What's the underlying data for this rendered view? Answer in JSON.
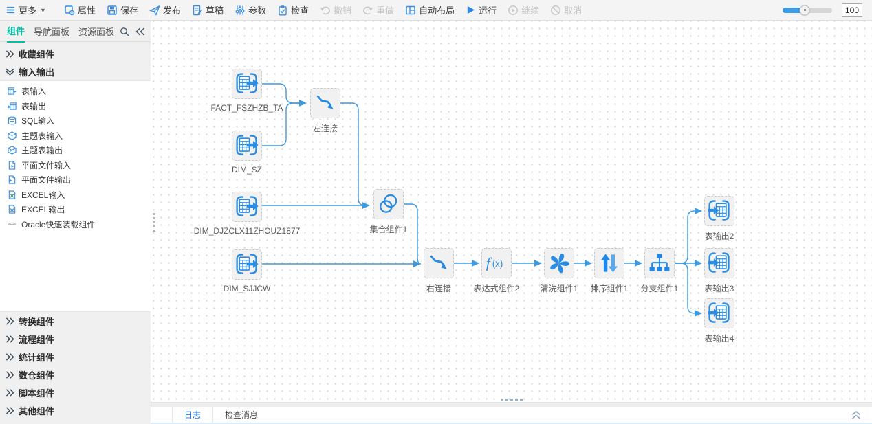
{
  "toolbar": {
    "items": [
      {
        "label": "更多",
        "icon": "menu-icon",
        "disabled": false
      },
      {
        "label": "属性",
        "icon": "properties-icon",
        "disabled": false
      },
      {
        "label": "保存",
        "icon": "save-icon",
        "disabled": false
      },
      {
        "label": "发布",
        "icon": "publish-icon",
        "disabled": false
      },
      {
        "label": "草稿",
        "icon": "draft-icon",
        "disabled": false
      },
      {
        "label": "参数",
        "icon": "params-icon",
        "disabled": false
      },
      {
        "label": "检查",
        "icon": "check-icon",
        "disabled": false
      },
      {
        "label": "撤销",
        "icon": "undo-icon",
        "disabled": true
      },
      {
        "label": "重做",
        "icon": "redo-icon",
        "disabled": true
      },
      {
        "label": "自动布局",
        "icon": "auto-layout-icon",
        "disabled": false
      },
      {
        "label": "运行",
        "icon": "run-icon",
        "disabled": false
      },
      {
        "label": "继续",
        "icon": "resume-icon",
        "disabled": true
      },
      {
        "label": "取消",
        "icon": "cancel-icon",
        "disabled": true
      }
    ],
    "zoom_value": "100"
  },
  "sidebar": {
    "tabs": [
      {
        "label": "组件",
        "active": true
      },
      {
        "label": "导航面板",
        "active": false
      },
      {
        "label": "资源面板",
        "active": false
      }
    ],
    "groups": [
      {
        "label": "收藏组件",
        "expanded": false
      },
      {
        "label": "输入输出",
        "expanded": true
      },
      {
        "label": "转换组件",
        "expanded": false
      },
      {
        "label": "流程组件",
        "expanded": false
      },
      {
        "label": "统计组件",
        "expanded": false
      },
      {
        "label": "数仓组件",
        "expanded": false
      },
      {
        "label": "脚本组件",
        "expanded": false
      },
      {
        "label": "其他组件",
        "expanded": false
      }
    ],
    "io_items": [
      {
        "label": "表输入",
        "icon": "table-input-icon"
      },
      {
        "label": "表输出",
        "icon": "table-output-icon"
      },
      {
        "label": "SQL输入",
        "icon": "sql-input-icon"
      },
      {
        "label": "主题表输入",
        "icon": "subject-table-input-icon"
      },
      {
        "label": "主题表输出",
        "icon": "subject-table-output-icon"
      },
      {
        "label": "平面文件输入",
        "icon": "flat-file-input-icon"
      },
      {
        "label": "平面文件输出",
        "icon": "flat-file-output-icon"
      },
      {
        "label": "EXCEL输入",
        "icon": "excel-input-icon"
      },
      {
        "label": "EXCEL输出",
        "icon": "excel-output-icon"
      },
      {
        "label": "Oracle快速装载组件",
        "icon": "oracle-loader-icon"
      }
    ]
  },
  "canvas": {
    "nodes": [
      {
        "label": "FACT_FSZHZB_TA",
        "type": "table-input"
      },
      {
        "label": "DIM_SZ",
        "type": "table-input"
      },
      {
        "label": "左连接",
        "type": "join"
      },
      {
        "label": "DIM_DJZCLX11ZHOUZ1877",
        "type": "table-input"
      },
      {
        "label": "集合组件1",
        "type": "set"
      },
      {
        "label": "DIM_SJJCW",
        "type": "table-input"
      },
      {
        "label": "右连接",
        "type": "join"
      },
      {
        "label": "表达式组件2",
        "type": "expression"
      },
      {
        "label": "清洗组件1",
        "type": "clean"
      },
      {
        "label": "排序组件1",
        "type": "sort"
      },
      {
        "label": "分支组件1",
        "type": "branch"
      },
      {
        "label": "表输出2",
        "type": "table-output"
      },
      {
        "label": "表输出3",
        "type": "table-output"
      },
      {
        "label": "表输出4",
        "type": "table-output"
      }
    ],
    "edges": [
      [
        "FACT_FSZHZB_TA",
        "左连接"
      ],
      [
        "DIM_SZ",
        "左连接"
      ],
      [
        "左连接",
        "集合组件1"
      ],
      [
        "DIM_DJZCLX11ZHOUZ1877",
        "集合组件1"
      ],
      [
        "集合组件1",
        "右连接"
      ],
      [
        "DIM_SJJCW",
        "右连接"
      ],
      [
        "右连接",
        "表达式组件2"
      ],
      [
        "表达式组件2",
        "清洗组件1"
      ],
      [
        "清洗组件1",
        "排序组件1"
      ],
      [
        "排序组件1",
        "分支组件1"
      ],
      [
        "分支组件1",
        "表输出2"
      ],
      [
        "分支组件1",
        "表输出3"
      ],
      [
        "分支组件1",
        "表输出4"
      ]
    ]
  },
  "bottom_panel": {
    "tabs": [
      {
        "label": "日志",
        "active": true
      },
      {
        "label": "检查消息",
        "active": false
      }
    ]
  },
  "colors": {
    "accent_blue": "#2b8ce4",
    "teal": "#00c0a6",
    "edge_blue": "#3d9ae1",
    "disabled_gray": "#c6c6c6",
    "active_tab_blue": "#1b7ef2"
  }
}
